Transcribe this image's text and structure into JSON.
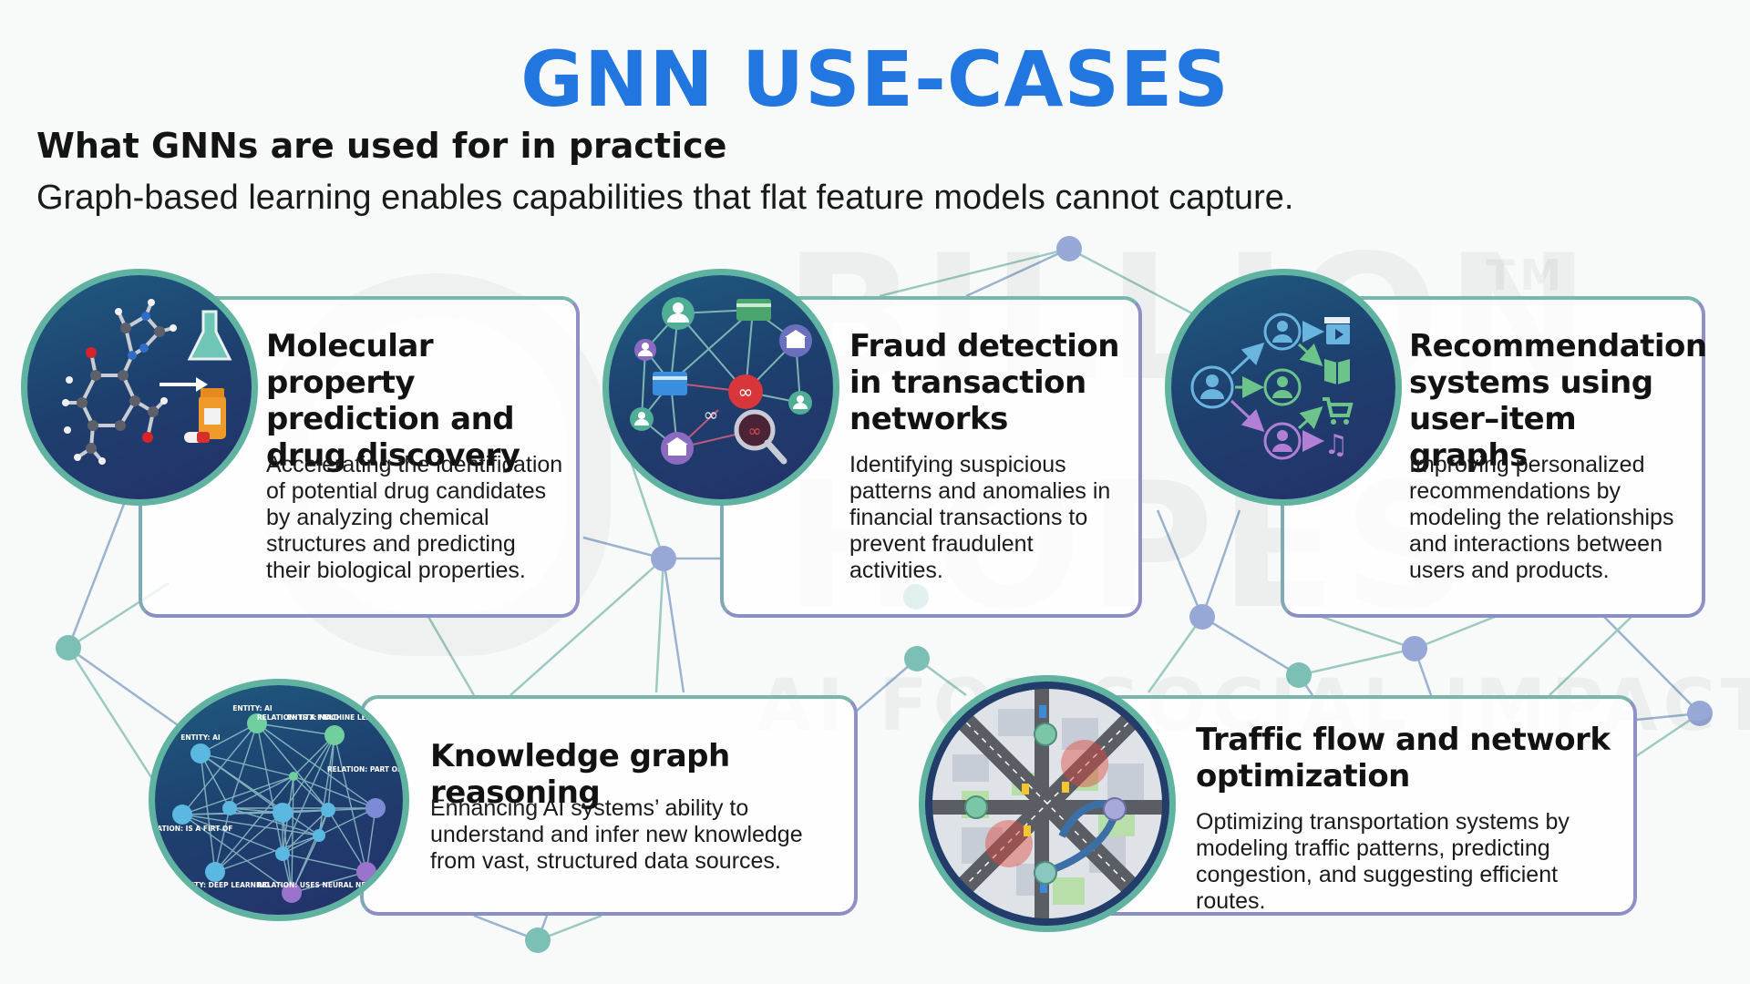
{
  "header": {
    "title": "GNN USE-CASES",
    "subtitle": "What GNNs are used for in practice",
    "description": "Graph-based learning enables capabilities that flat feature models cannot capture."
  },
  "watermark": {
    "line1": "BILLION",
    "line2": "HOPES",
    "trademark": "TM",
    "tagline": "AI FOR SOCIAL IMPACT"
  },
  "colors": {
    "title_blue": "#2176e0",
    "teal": "#5fb3a0",
    "purple": "#8a7cc8",
    "navy": "#1e3f6e",
    "node_blue": "#97a8d6",
    "node_teal": "#7cc0b5"
  },
  "cards": [
    {
      "id": "molecular",
      "title_lines": [
        "Molecular property",
        "prediction and",
        "drug discovery"
      ],
      "text_lines": [
        "Accelerating the identification",
        "of potential drug candidates",
        "by analyzing chemical",
        "structures and predicting",
        "their biological properties."
      ],
      "icon": "molecule-to-drug-icon"
    },
    {
      "id": "fraud",
      "title_lines": [
        "Fraud detection",
        "in transaction",
        "networks"
      ],
      "text_lines": [
        "Identifying suspicious",
        "patterns and anomalies in",
        "financial transactions to",
        "prevent fraudulent",
        "activities."
      ],
      "icon": "transaction-network-icon"
    },
    {
      "id": "recommendation",
      "title_lines": [
        "Recommendation",
        "systems using",
        "user–item graphs"
      ],
      "text_lines": [
        "Improving personalized",
        "recommendations by",
        "modeling the relationships",
        "and interactions between",
        "users and products."
      ],
      "icon": "user-item-graph-icon"
    },
    {
      "id": "knowledge",
      "title_lines": [
        "Knowledge graph reasoning"
      ],
      "text_lines": [
        "Enhancing AI systems’ ability to",
        "understand and infer new knowledge",
        "from vast, structured data sources."
      ],
      "icon": "knowledge-graph-icon",
      "graph_labels": [
        "ENTITY: AI",
        "RELATION: IS A FIELD",
        "ENTITY: MACHINE LEARNING",
        "ENTITY: AI",
        "RELATION: PART OF",
        "RELATION: IS A FIRT OF",
        "ENTITY: DEEP LEARNING",
        "RELATION: USES NEURAL NETWORKS"
      ]
    },
    {
      "id": "traffic",
      "title_lines": [
        "Traffic flow and network",
        "optimization"
      ],
      "text_lines": [
        "Optimizing transportation systems by",
        "modeling traffic patterns, predicting",
        "congestion, and suggesting efficient routes."
      ],
      "icon": "traffic-map-icon"
    }
  ]
}
